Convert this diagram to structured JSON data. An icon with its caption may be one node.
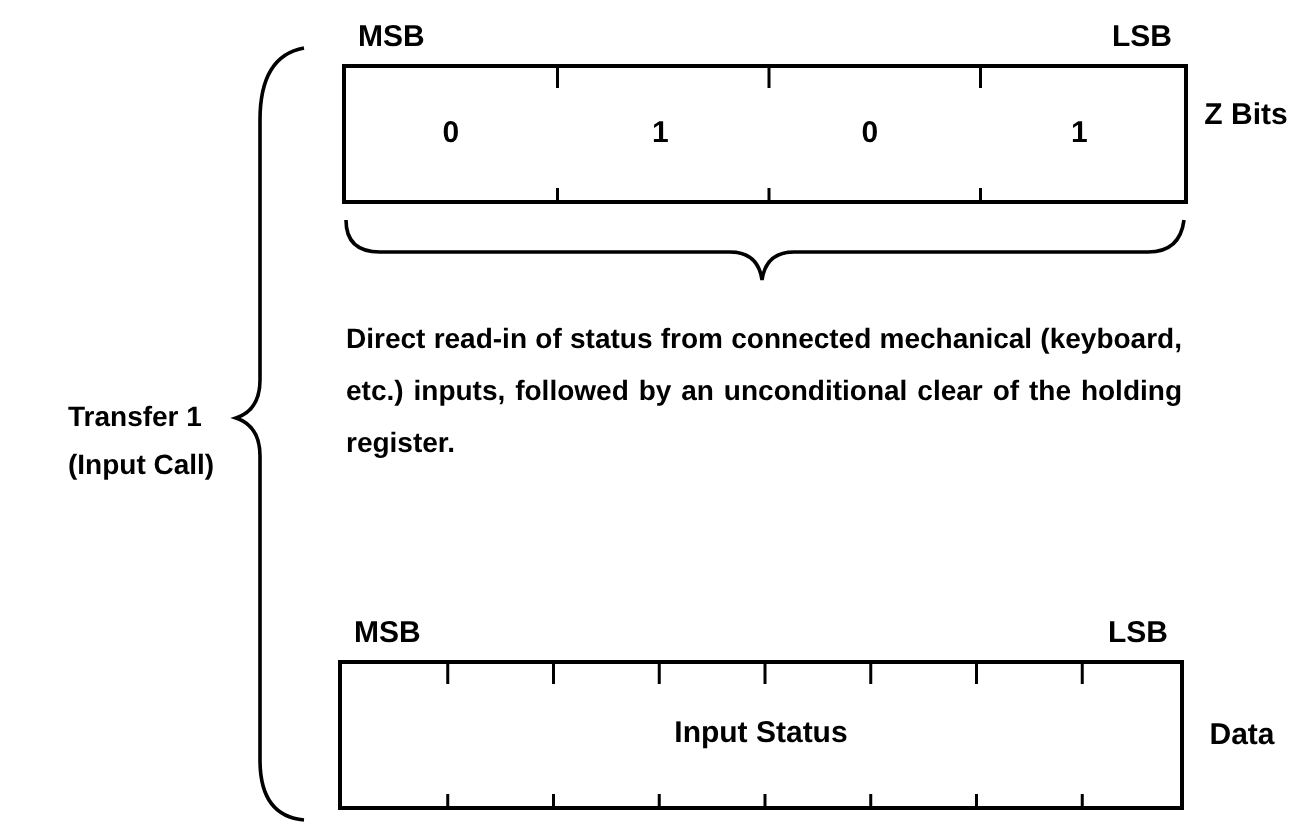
{
  "diagram": {
    "nodes": [
      {
        "text": [
          "0",
          "1",
          "0",
          "1"
        ],
        "beside": [
          "MSB",
          "LSB",
          "Z Bits"
        ]
      },
      {
        "text": [
          "Input Status"
        ],
        "beside": [
          "MSB",
          "LSB",
          "Data"
        ]
      }
    ],
    "edges": [],
    "labels": [
      "Transfer 1 (Input Call)",
      "Direct read-in of status from connected mechanical (keyboard, etc.) inputs, followed by an unconditional clear of the holding register."
    ]
  }
}
